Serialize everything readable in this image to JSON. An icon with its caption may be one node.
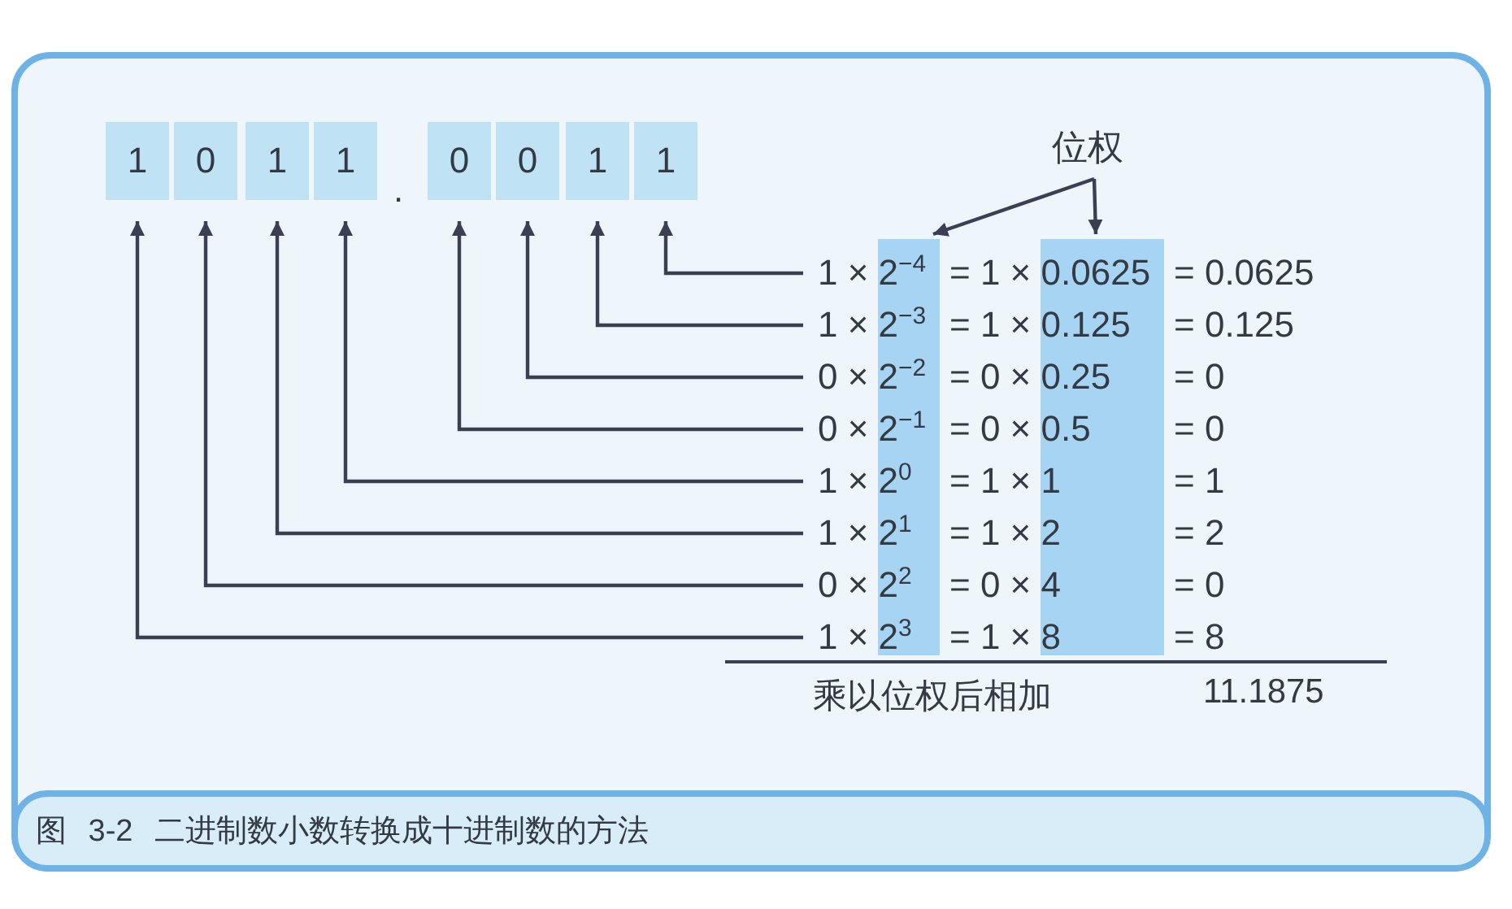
{
  "diagram": {
    "caption": "图 3-2 二进制数小数转换成十进制数的方法",
    "nodes": [
      {
        "text": [
          "1"
        ]
      },
      {
        "text": [
          "0"
        ]
      },
      {
        "text": [
          "1"
        ]
      },
      {
        "text": [
          "1"
        ]
      },
      {
        "text": [
          "0"
        ]
      },
      {
        "text": [
          "0"
        ]
      },
      {
        "text": [
          "1"
        ]
      },
      {
        "text": [
          "1"
        ]
      },
      {
        "text": [
          "位权"
        ]
      },
      {
        "text": [],
        "shape": "bar"
      },
      {
        "text": [],
        "shape": "bar"
      },
      {
        "text": [
          "1 × 2$^{−4}$",
          "= 1 × 0.0625",
          "= 0.0625"
        ]
      },
      {
        "text": [
          "1 × 2$^{−3}$",
          "= 1 × 0.125",
          "= 0.125"
        ]
      },
      {
        "text": [
          "0 × 2$^{−2}$",
          "= 0 × 0.25",
          "= 0"
        ]
      },
      {
        "text": [
          "0 × 2$^{−1}$",
          "= 0 × 0.5",
          "= 0"
        ]
      },
      {
        "text": [
          "1 × 2$^{0}$",
          "= 1 × 1",
          "= 1"
        ]
      },
      {
        "text": [
          "1 × 2$^{1}$",
          "= 1 × 2",
          "= 2"
        ]
      },
      {
        "text": [
          "0 × 2$^{2}$",
          "= 0 × 4",
          "= 0"
        ]
      },
      {
        "text": [
          "1 × 2$^{3}$",
          "= 1 × 8",
          "= 8"
        ]
      }
    ],
    "edges": [
      {
        "from": 11,
        "to": 7,
        "arrow": "to"
      },
      {
        "from": 12,
        "to": 6,
        "arrow": "to"
      },
      {
        "from": 13,
        "to": 5,
        "arrow": "to"
      },
      {
        "from": 14,
        "to": 4,
        "arrow": "to"
      },
      {
        "from": 15,
        "to": 3,
        "arrow": "to"
      },
      {
        "from": 16,
        "to": 2,
        "arrow": "to"
      },
      {
        "from": 17,
        "to": 1,
        "arrow": "to"
      },
      {
        "from": 18,
        "to": 0,
        "arrow": "to"
      },
      {
        "from": 8,
        "to": 9,
        "arrow": "to"
      },
      {
        "from": 8,
        "to": 10,
        "arrow": "to"
      }
    ],
    "labels": [
      ".",
      "乘以位权后相加",
      "11.1875"
    ]
  }
}
